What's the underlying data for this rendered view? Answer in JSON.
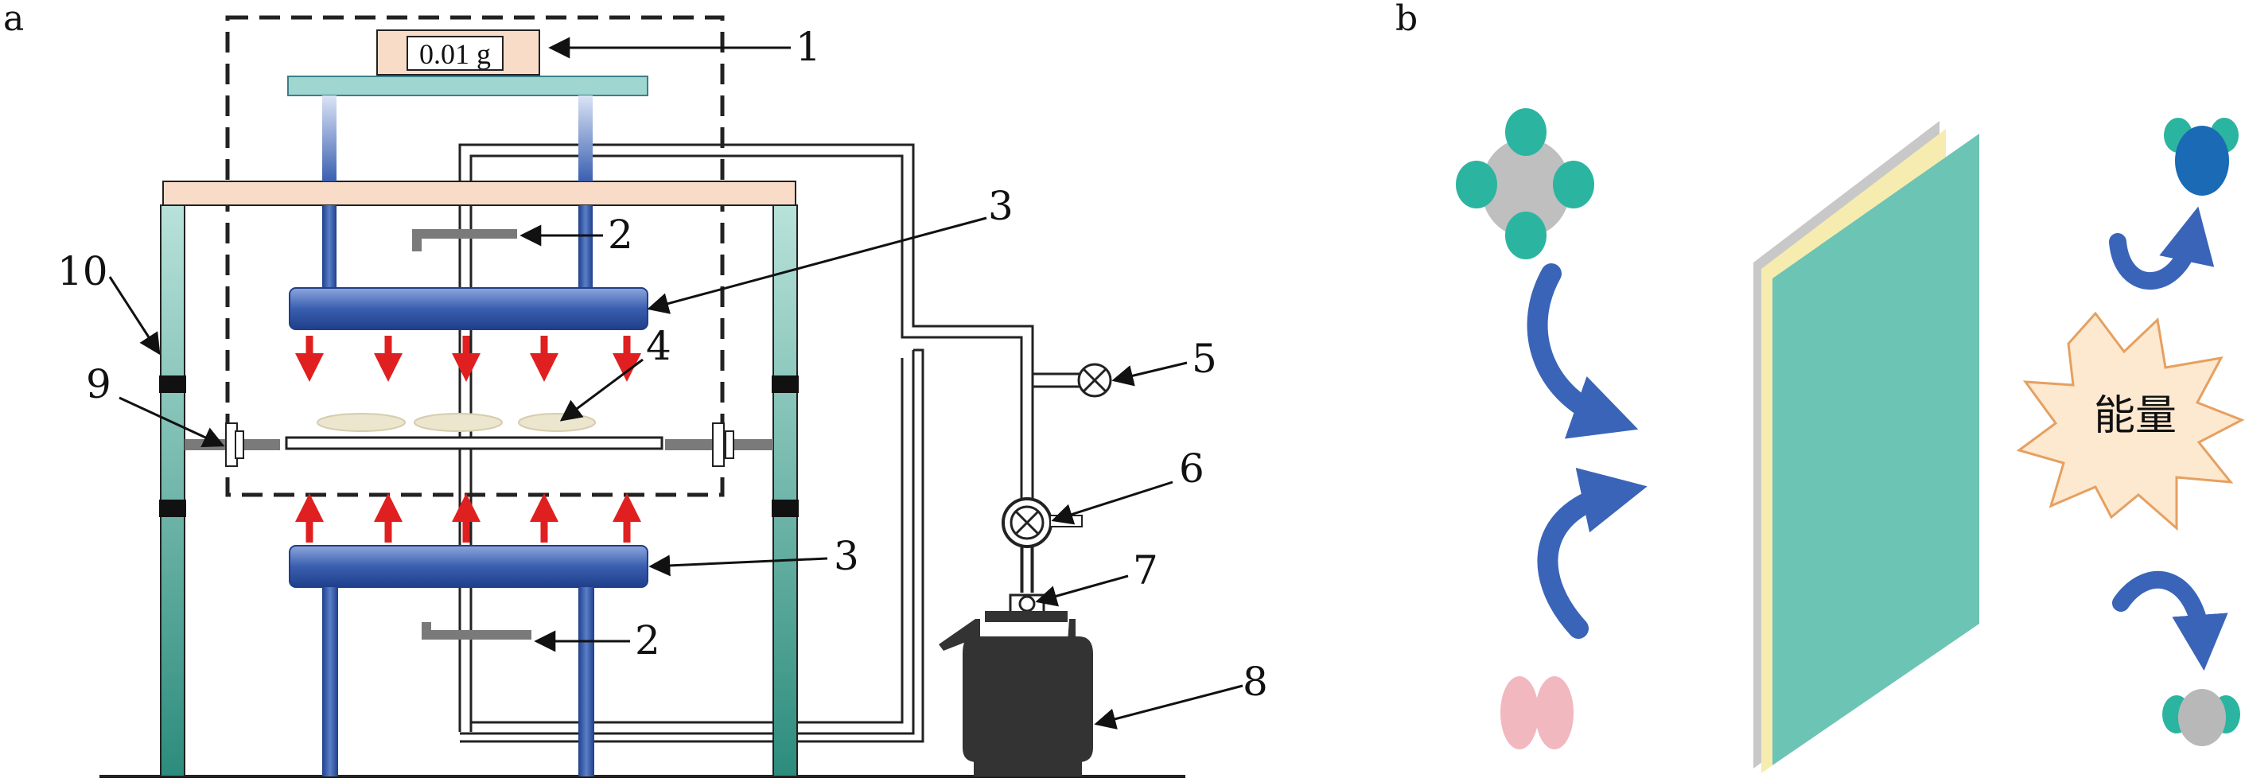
{
  "panel_a": {
    "label": "a",
    "scale_reading": "0.01 g",
    "callouts": {
      "c1": "1",
      "c2_upper": "2",
      "c2_lower": "2",
      "c3_upper": "3",
      "c3_lower": "3",
      "c4": "4",
      "c5": "5",
      "c6": "6",
      "c7": "7",
      "c8": "8",
      "c9": "9",
      "c10": "10"
    }
  },
  "panel_b": {
    "label": "b",
    "energy_label": "能量"
  },
  "colors": {
    "teal_frame": "#5fb8aa",
    "blue_heater": "#3a5fb0",
    "red_arrow": "#e02020",
    "peach": "#f8dcc8",
    "cylinder": "#333333",
    "membrane": "#6cc4b4",
    "molecule_teal": "#2bb5a0",
    "molecule_grey": "#bfbfbf",
    "molecule_blue": "#1a6ab5",
    "molecule_pink": "#f1b8c0",
    "burst": "#fde8d0"
  }
}
